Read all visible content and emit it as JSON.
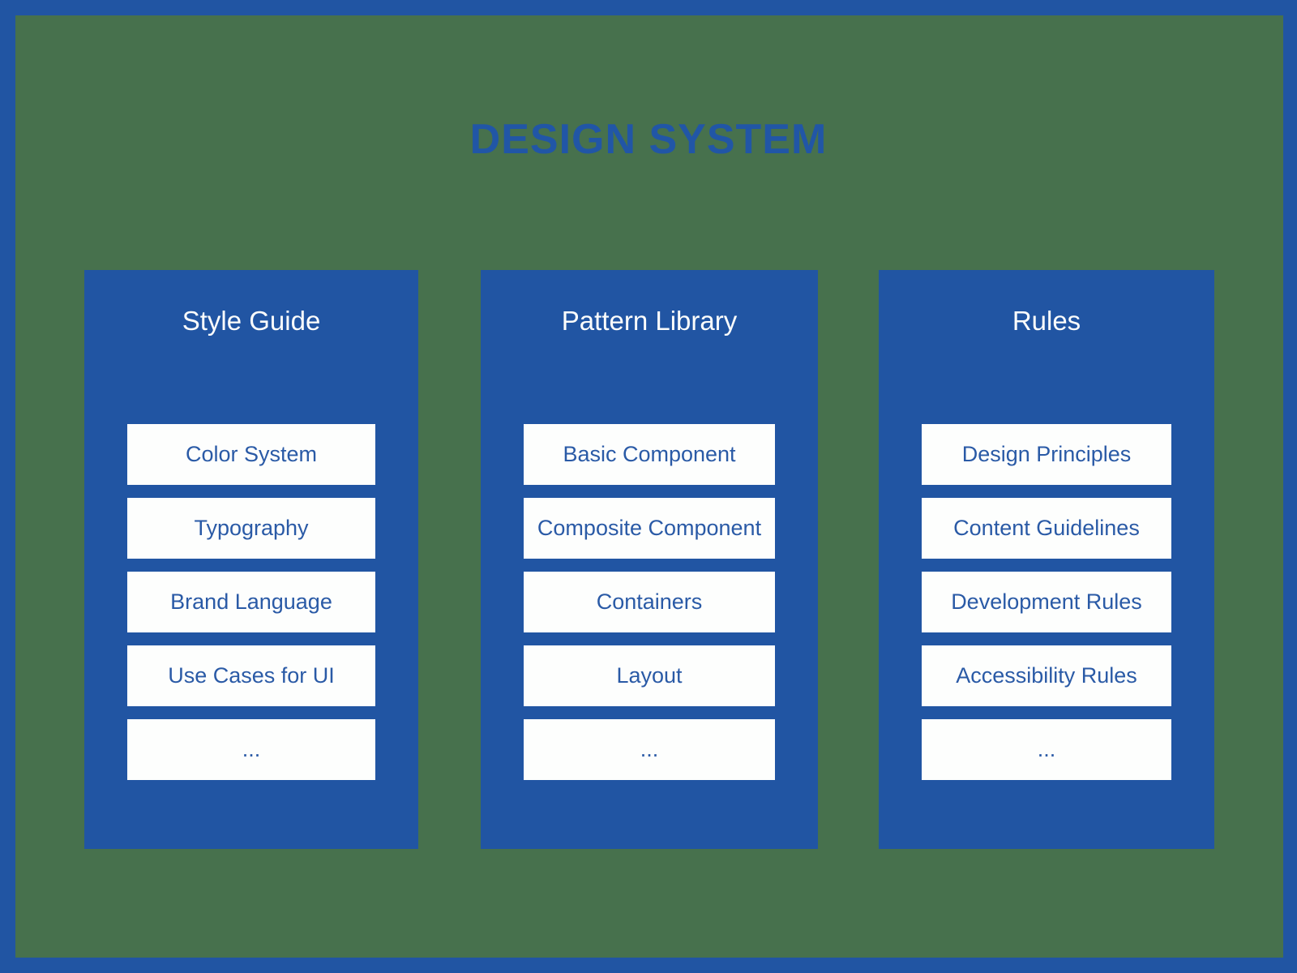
{
  "title": "DESIGN SYSTEM",
  "columns": [
    {
      "header": "Style Guide",
      "items": [
        "Color System",
        "Typography",
        "Brand Language",
        "Use Cases for UI",
        "..."
      ]
    },
    {
      "header": "Pattern Library",
      "items": [
        "Basic Component",
        "Composite Component",
        "Containers",
        "Layout",
        "..."
      ]
    },
    {
      "header": "Rules",
      "items": [
        "Design Principles",
        "Content Guidelines",
        "Development Rules",
        "Accessibility Rules",
        "..."
      ]
    }
  ],
  "colors": {
    "frame_blue": "#2155a3",
    "panel_blue": "#2155a3",
    "background_green": "#47714d",
    "card_white": "#fdfefd",
    "header_text_white": "#fcfdfc",
    "title_blue": "#2156a6",
    "item_text_blue": "#2a5aa6"
  }
}
